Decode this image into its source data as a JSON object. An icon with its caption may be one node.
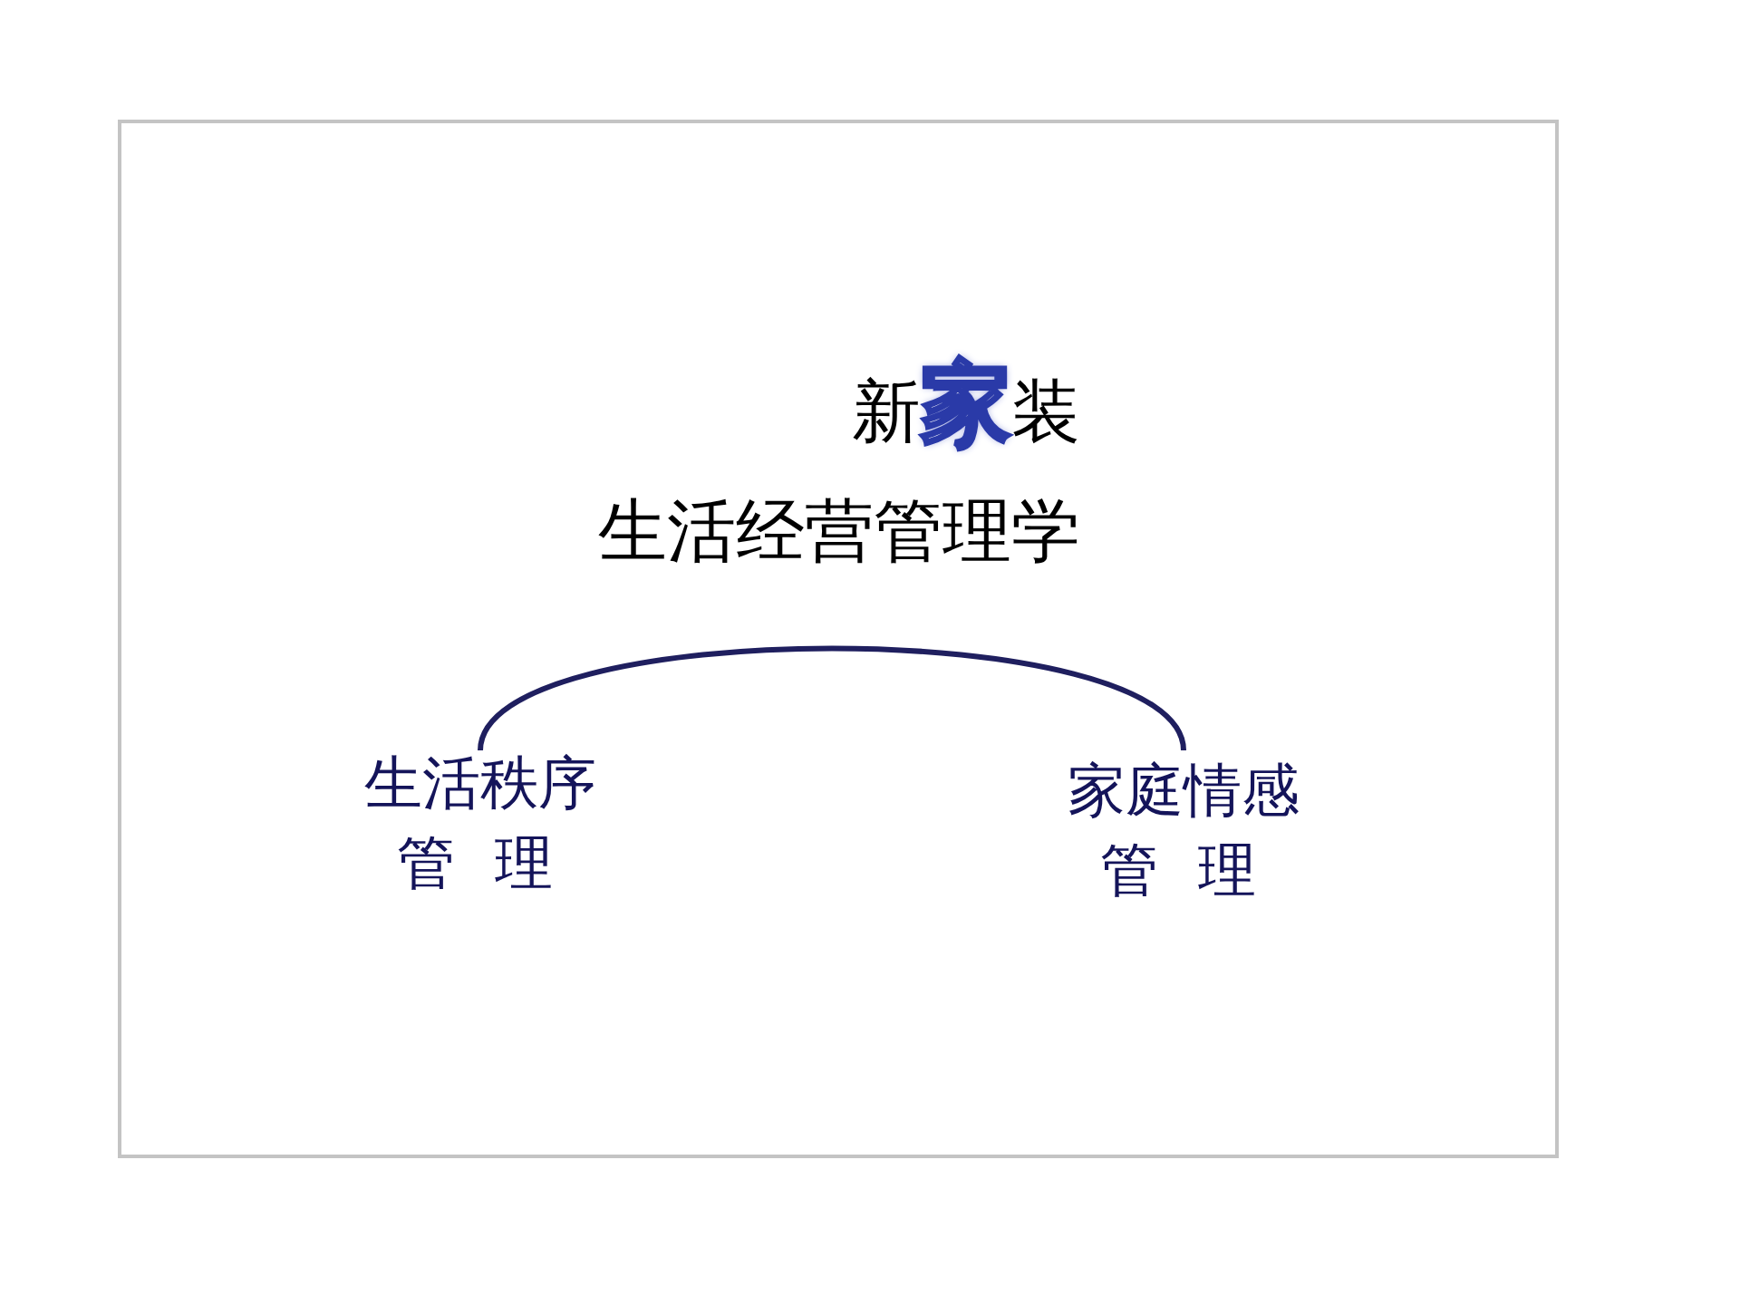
{
  "diagram": {
    "title": "新**家**装",
    "labels": [
      "生活经营管理学"
    ],
    "nodes": [
      {
        "text": [
          "生活秩序",
          "管 理"
        ]
      },
      {
        "text": [
          "家庭情感",
          "管 理"
        ]
      }
    ],
    "edges": [
      {
        "from": 0,
        "to": 1,
        "arrow": "none"
      }
    ]
  }
}
